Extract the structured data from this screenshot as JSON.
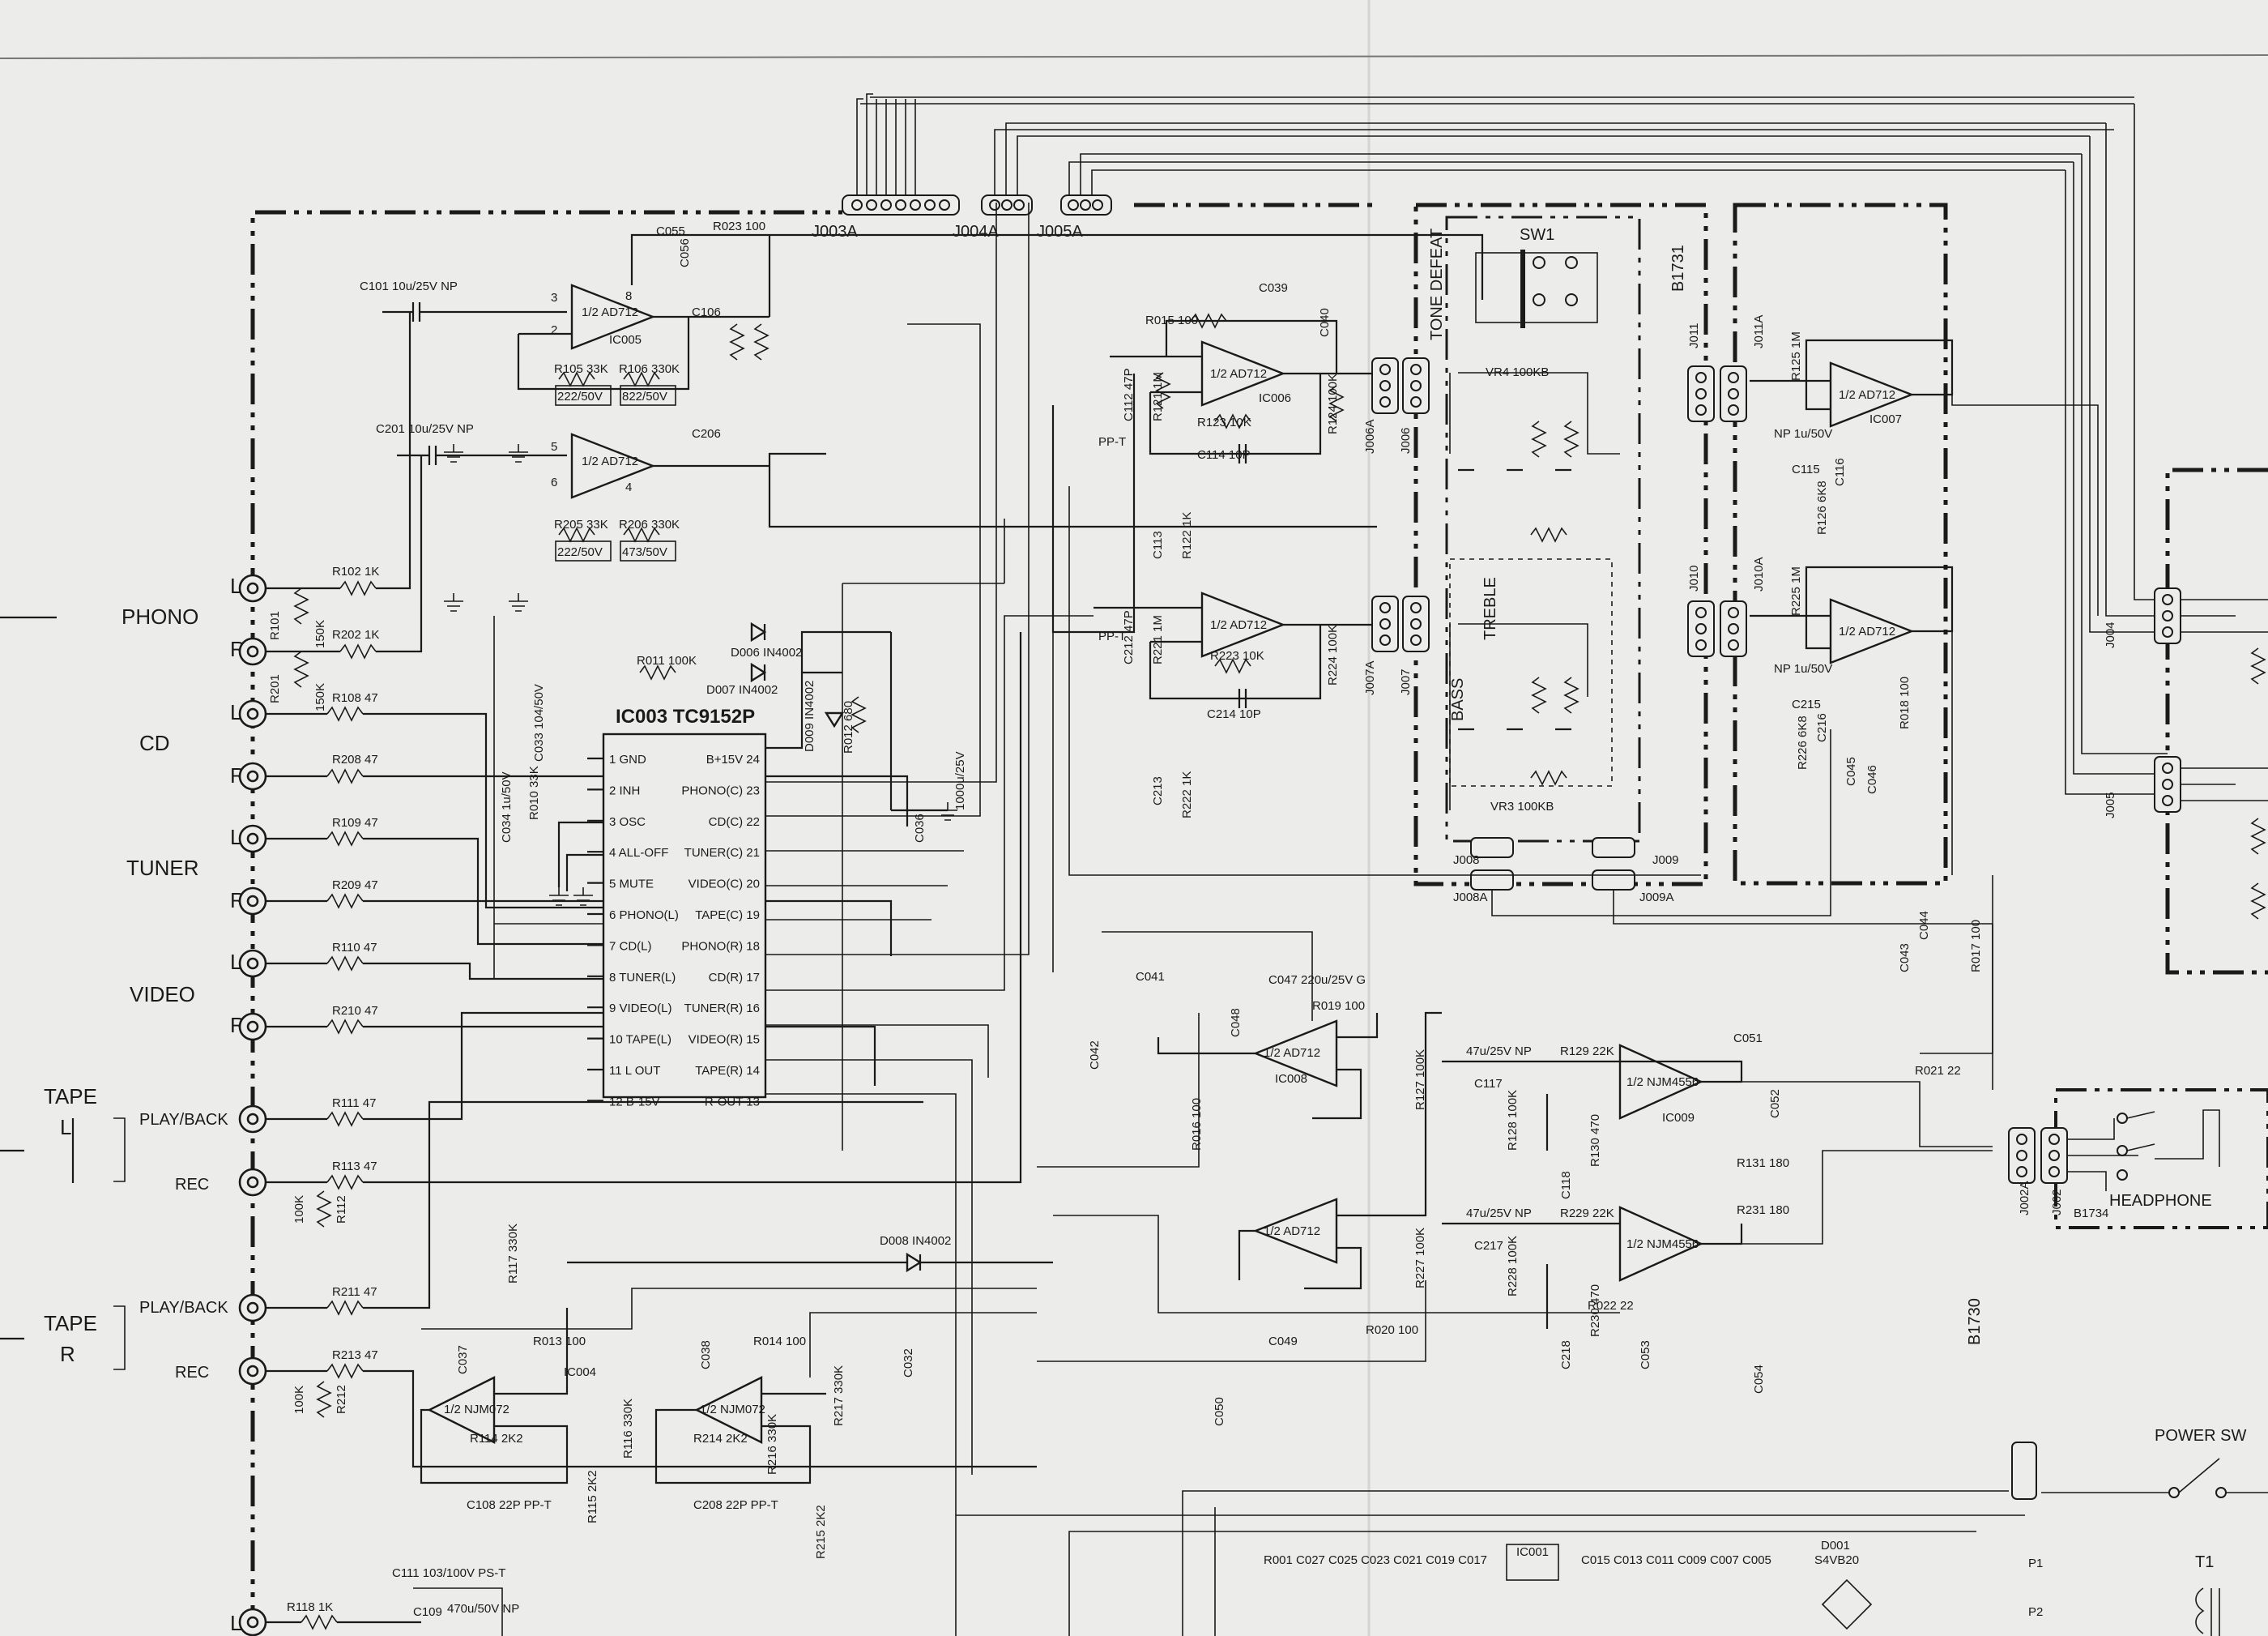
{
  "inputs": {
    "phono": "PHONO",
    "cd": "CD",
    "tuner": "TUNER",
    "video": "VIDEO",
    "tape_l": "TAPE",
    "tape_l_ch": "L",
    "tape_r": "TAPE",
    "tape_r_ch": "R",
    "play_back": "PLAY/BACK",
    "rec": "REC",
    "left": "L",
    "right": "R"
  },
  "connectors": {
    "j003a": "J003A",
    "j004a": "J004A",
    "j005a": "J005A",
    "j006": "J006",
    "j006a": "J006A",
    "j007": "J007",
    "j007a": "J007A",
    "j008": "J008",
    "j008a": "J008A",
    "j009": "J009",
    "j009a": "J009A",
    "j010": "J010",
    "j010a": "J010A",
    "j011": "J011",
    "j011a": "J011A",
    "j004": "J004",
    "j005": "J005",
    "j002": "J002",
    "j002a": "J002A"
  },
  "ic003": {
    "title": "IC003  TC9152P",
    "left_pins": [
      "1  GND",
      "2  INH",
      "3  OSC",
      "4  ALL-OFF",
      "5  MUTE",
      "6  PHONO(L)",
      "7  CD(L)",
      "8  TUNER(L)",
      "9  VIDEO(L)",
      "10  TAPE(L)",
      "11  L OUT",
      "12  B-15V"
    ],
    "right_pins": [
      "B+15V  24",
      "PHONO(C)  23",
      "CD(C)  22",
      "TUNER(C)  21",
      "VIDEO(C)  20",
      "TAPE(C)  19",
      "PHONO(R)  18",
      "CD(R)  17",
      "TUNER(R)  16",
      "VIDEO(R)  15",
      "TAPE(R)  14",
      "R-OUT  13"
    ]
  },
  "opamps": {
    "ad712_half": "1/2  AD712",
    "njm072_half": "1/2  NJM072",
    "njm4556_half": "1/2  NJM4556",
    "ic005": "IC005",
    "ic006": "IC006",
    "ic007": "IC007",
    "ic008": "IC008",
    "ic009": "IC009",
    "ic004": "IC004"
  },
  "tone": {
    "tone_defeat": "TONE DEFEAT",
    "sw1": "SW1",
    "b1731": "B1731",
    "treble": "TREBLE",
    "bass": "BASS",
    "vr3": "VR3  100KB",
    "vr4": "VR4  100KB"
  },
  "components": {
    "c101": "C101  10u/25V  NP",
    "c201": "C201  10u/25V  NP",
    "c055": "C055",
    "r023": "R023  100",
    "c056": "C056",
    "r015": "R015  100",
    "c039": "C039",
    "c040": "C040",
    "c106": "C106",
    "c206": "C206",
    "r105": "R105  33K",
    "r106": "R106  330K",
    "r205": "R205  33K",
    "r206": "R206  330K",
    "r102": "R102  1K",
    "r202": "R202  1K",
    "r101": "R101",
    "r201": "R201",
    "k150": "150K",
    "r108": "R108  47",
    "r208": "R208  47",
    "r109": "R109  47",
    "r209": "R209  47",
    "r110": "R110  47",
    "r210": "R210  47",
    "r111": "R111  47",
    "r113": "R113  47",
    "r211": "R211  47",
    "r213": "R213  47",
    "r118": "R118  1K",
    "r011": "R011  100K",
    "d006": "D006  IN4002",
    "d007": "D007  IN4002",
    "d009": "D009  IN4002",
    "r012": "R012  680",
    "d008": "D008  IN4002",
    "c036": "C036",
    "c036v": "1000u/25V",
    "c033": "C033  104/50V",
    "c034": "C034  1u/50V",
    "r010": "R010  33K",
    "r121": "R121  1M",
    "r221": "R221  1M",
    "r123": "R123  10K",
    "r223": "R223  10K",
    "c114": "C114  10P",
    "c214": "C214  10P",
    "r124": "R124  100K",
    "r224": "R224  100K",
    "r122": "R122  1K",
    "r222": "R222  1K",
    "c113": "C113",
    "c213": "C213",
    "c112": "C112  47P",
    "c212": "C212  47P",
    "ppt": "PP-T",
    "r125": "R125  1M",
    "r225": "R225  1M",
    "c115": "C115",
    "c215": "C215",
    "np1u": "NP  1u/50V",
    "r126": "R126  6K8",
    "r226": "R226  6K8",
    "c116": "C116",
    "c216": "C216",
    "r018": "R018  100",
    "r017": "R017  100",
    "c045": "C045",
    "c046": "C046",
    "c043": "C043",
    "c044": "C044",
    "c041": "C041",
    "c042": "C042",
    "c047": "C047  220u/25V  G",
    "r019": "R019  100",
    "c048": "C048",
    "r016": "R016  100",
    "r127": "R127  100K",
    "r227": "R227  100K",
    "c117": "C117",
    "c217": "C217",
    "r129": "R129  22K",
    "r229": "R229  22K",
    "r128": "R128  100K",
    "r228": "R228  100K",
    "c118": "C118",
    "c218": "C218",
    "r130": "R130  470",
    "r230": "R230  470",
    "c051": "C051",
    "c052": "C052",
    "c053": "C053",
    "c054": "C054",
    "r131": "R131  180",
    "r231": "R231  180",
    "r021": "R021  22",
    "r022": "R022  22",
    "r020": "R020  100",
    "c049": "C049",
    "c050": "C050",
    "np47": "47u/25V  NP",
    "r117": "R117  330K",
    "r013": "R013  100",
    "r014": "R014  100",
    "r217": "R217  330K",
    "c032": "C032",
    "c037": "C037",
    "c038": "C038",
    "r114": "R114  2K2",
    "r214": "R214  2K2",
    "r116": "R116  330K",
    "r216": "R216  330K",
    "r115": "R115  2K2",
    "r215": "R215  2K2",
    "c108": "C108  22P  PP-T",
    "c208": "C208  22P  PP-T",
    "r112": "R112",
    "r212": "R212",
    "k100": "100K",
    "c111": "C111  103/100V  PS-T",
    "c109": "C109",
    "c109v": "470u/50V  NP"
  },
  "power": {
    "headphone": "HEADPHONE",
    "b1734": "B1734",
    "b1730": "B1730",
    "power_sw": "POWER SW",
    "t1": "T1",
    "ic001": "IC001",
    "d001": "D001",
    "d001v": "S4VB20",
    "p1": "P1",
    "p2": "P2",
    "bottom_row": "R001  C027  C025  C023  C021  C019  C017",
    "bottom_row2": "C015  C013  C011  C009  C007  C005"
  }
}
